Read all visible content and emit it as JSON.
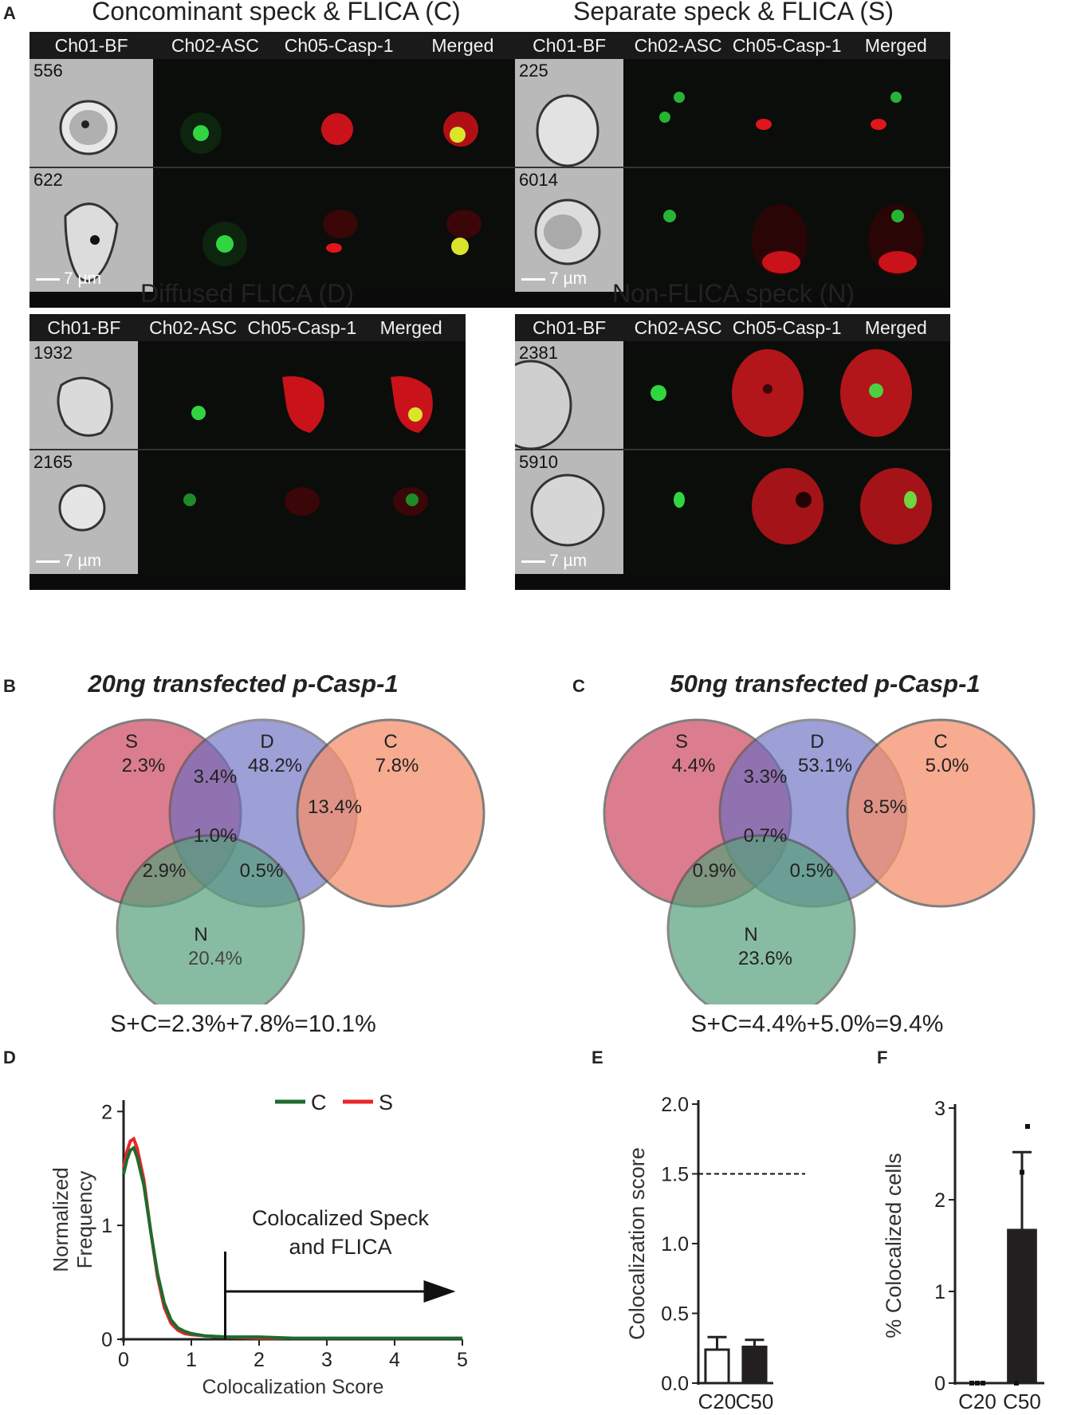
{
  "panel_letters": {
    "a": "A",
    "b": "B",
    "c": "C",
    "d": "D",
    "e": "E",
    "f": "F"
  },
  "channels": [
    "Ch01-BF",
    "Ch02-ASC",
    "Ch05-Casp-1",
    "Merged"
  ],
  "groups": [
    {
      "title": "Concominant speck & FLICA (C)",
      "cells": [
        "556",
        "622"
      ]
    },
    {
      "title": "Separate speck & FLICA (S)",
      "cells": [
        "225",
        "6014"
      ]
    },
    {
      "title": "Diffused FLICA (D)",
      "cells": [
        "1932",
        "2165"
      ]
    },
    {
      "title": "Non-FLICA speck (N)",
      "cells": [
        "2381",
        "5910"
      ]
    }
  ],
  "scale_bar": "7 µm",
  "venn": [
    {
      "title": "20ng transfected p-Casp-1",
      "labels": {
        "S": "S",
        "D": "D",
        "C": "C",
        "N": "N"
      },
      "values": {
        "S": "2.3%",
        "D": "48.2%",
        "C": "7.8%",
        "N": "20.4%",
        "SD": "3.4%",
        "DC": "13.4%",
        "SDN": "1.0%",
        "SN": "2.9%",
        "DN": "0.5%"
      },
      "equation": "S+C=2.3%+7.8%=10.1%"
    },
    {
      "title": "50ng transfected p-Casp-1",
      "labels": {
        "S": "S",
        "D": "D",
        "C": "C",
        "N": "N"
      },
      "values": {
        "S": "4.4%",
        "D": "53.1%",
        "C": "5.0%",
        "N": "23.6%",
        "SD": "3.3%",
        "DC": "8.5%",
        "SDN": "0.7%",
        "SN": "0.9%",
        "DN": "0.5%"
      },
      "equation": "S+C=4.4%+5.0%=9.4%"
    }
  ],
  "chart_data": [
    {
      "type": "line",
      "xlabel": "Colocalization Score",
      "ylabel": "Normalized Frequency",
      "xlim": [
        0,
        5
      ],
      "ylim": [
        0,
        2.1
      ],
      "xticks": [
        "0",
        "1",
        "2",
        "3",
        "4",
        "5"
      ],
      "yticks": [
        "0",
        "1",
        "2"
      ],
      "legend_position": "top-right",
      "series": [
        {
          "name": "C",
          "color": "#1e6b2e",
          "x": [
            0,
            0.05,
            0.1,
            0.15,
            0.2,
            0.3,
            0.4,
            0.5,
            0.6,
            0.7,
            0.8,
            0.9,
            1.0,
            1.2,
            1.5,
            2.0,
            2.5,
            3.0,
            4.0,
            5.0
          ],
          "y": [
            1.45,
            1.58,
            1.66,
            1.68,
            1.6,
            1.35,
            0.95,
            0.58,
            0.32,
            0.17,
            0.1,
            0.07,
            0.05,
            0.03,
            0.02,
            0.02,
            0.01,
            0.01,
            0.01,
            0.01
          ]
        },
        {
          "name": "S",
          "color": "#e8262b",
          "x": [
            0,
            0.05,
            0.1,
            0.15,
            0.2,
            0.3,
            0.4,
            0.5,
            0.6,
            0.7,
            0.8,
            0.9,
            1.0,
            1.2,
            1.5,
            2.0,
            2.4
          ],
          "y": [
            1.5,
            1.65,
            1.74,
            1.76,
            1.68,
            1.4,
            0.95,
            0.55,
            0.28,
            0.14,
            0.08,
            0.05,
            0.04,
            0.03,
            0.02,
            0.01,
            0.01
          ]
        }
      ],
      "annotation": {
        "line1": "Colocalized Speck",
        "line2": "and FLICA",
        "threshold": 1.5
      }
    },
    {
      "type": "bar",
      "ylabel": "Colocalization score",
      "categories": [
        "C20",
        "C50"
      ],
      "values": [
        0.24,
        0.26
      ],
      "errors": [
        0.09,
        0.05
      ],
      "fills": [
        "#ffffff",
        "#231f20"
      ],
      "ylim": [
        0,
        2.0
      ],
      "yticks": [
        "0.0",
        "0.5",
        "1.0",
        "1.5",
        "2.0"
      ],
      "reference_line": 1.5
    },
    {
      "type": "bar",
      "ylabel": "% Colocalized cells",
      "categories": [
        "C20",
        "C50"
      ],
      "values": [
        0,
        1.67
      ],
      "errors": [
        0,
        0.85
      ],
      "fills": [
        "#ffffff",
        "#231f20"
      ],
      "ylim": [
        0,
        3
      ],
      "yticks": [
        "0",
        "1",
        "2",
        "3"
      ],
      "points": [
        [
          0,
          0,
          0
        ],
        [
          0.0,
          2.3,
          2.8
        ]
      ]
    }
  ]
}
